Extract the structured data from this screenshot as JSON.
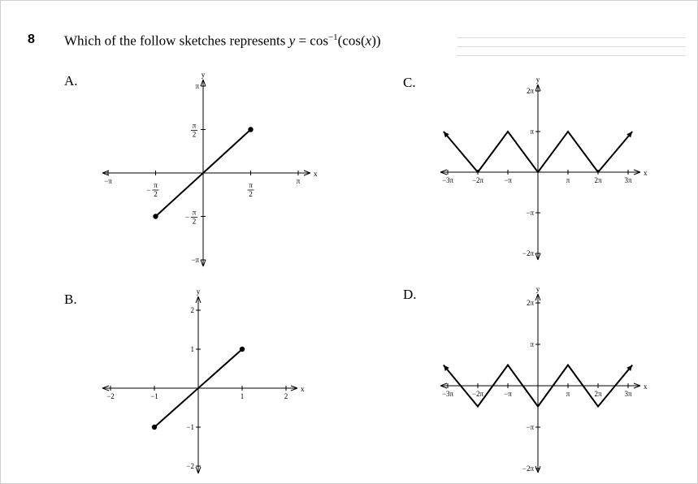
{
  "question": {
    "number": "8",
    "text": "Which of the follow sketches represents",
    "formula_lhs": "y",
    "formula_eq": " = cos",
    "formula_sup": "−1",
    "formula_paren_open": "(cos(",
    "formula_arg": "x",
    "formula_paren_close": "))"
  },
  "options": {
    "a": "A.",
    "b": "B.",
    "c": "C.",
    "d": "D."
  },
  "chart_data": [
    {
      "label": "A.",
      "type": "line",
      "xlabel": "x",
      "ylabel": "y",
      "x_ticks": [
        "−π",
        "−π/2",
        "π/2",
        "π"
      ],
      "y_ticks": [
        "π",
        "π/2",
        "−π/2",
        "−π"
      ],
      "series": [
        {
          "x": [
            -1.5708,
            1.5708
          ],
          "y": [
            -1.5708,
            1.5708
          ],
          "endpoints": "closed"
        }
      ]
    },
    {
      "label": "B.",
      "type": "line",
      "xlabel": "x",
      "ylabel": "y",
      "x_ticks": [
        "−2",
        "−1",
        "1",
        "2"
      ],
      "y_ticks": [
        "2",
        "1",
        "−1",
        "−2"
      ],
      "series": [
        {
          "x": [
            -1,
            1
          ],
          "y": [
            -1,
            1
          ],
          "endpoints": "closed"
        }
      ]
    },
    {
      "label": "C.",
      "type": "line",
      "xlabel": "x",
      "ylabel": "y",
      "x_ticks": [
        "−3π",
        "−2π",
        "−π",
        "π",
        "2π",
        "3π"
      ],
      "y_ticks": [
        "2π",
        "π",
        "−π",
        "−2π"
      ],
      "series": [
        {
          "x": [
            -3.14,
            -2,
            -1,
            0,
            1,
            2,
            3.14
          ],
          "y": [
            1,
            0,
            1,
            0,
            1,
            0,
            1
          ],
          "units": "multiples of π",
          "endpoints": "arrows"
        }
      ]
    },
    {
      "label": "D.",
      "type": "line",
      "xlabel": "x",
      "ylabel": "y",
      "x_ticks": [
        "−3π",
        "−2π",
        "−π",
        "π",
        "2π",
        "3π"
      ],
      "y_ticks": [
        "2π",
        "π",
        "−π",
        "−2π"
      ],
      "series": [
        {
          "x": [
            -3.14,
            -2,
            -1,
            0,
            1,
            2,
            3.14
          ],
          "y": [
            0.5,
            -0.5,
            0.5,
            -0.5,
            0.5,
            -0.5,
            0.5
          ],
          "units": "multiples of π",
          "endpoints": "arrows"
        }
      ]
    }
  ]
}
